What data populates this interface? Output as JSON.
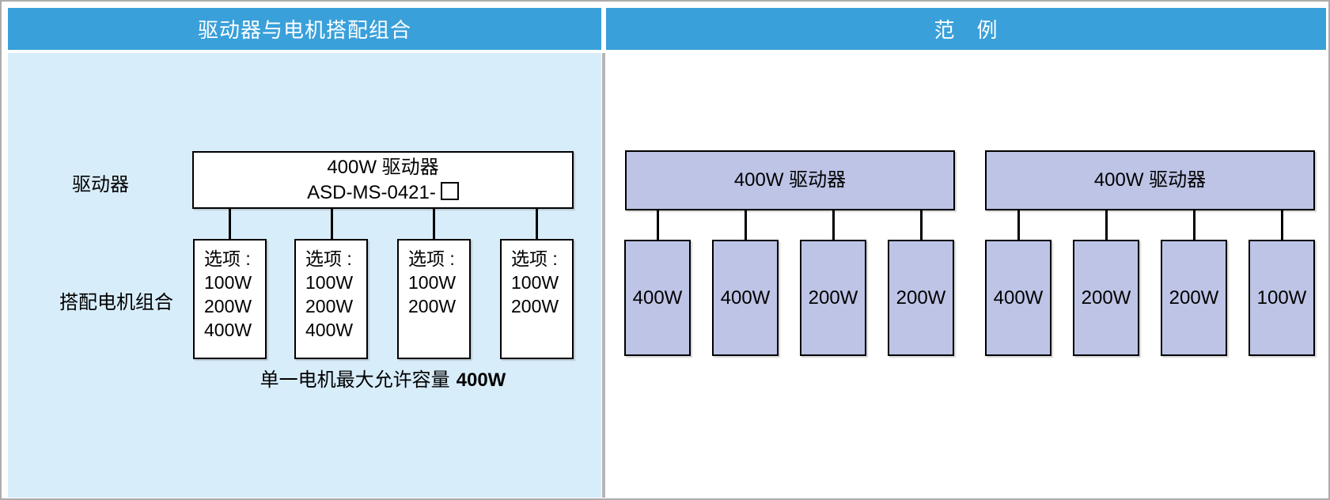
{
  "left_panel": {
    "header": "驱动器与电机搭配组合",
    "driver_row_label": "驱动器",
    "motor_row_label": "搭配电机组合",
    "driver_box": {
      "line1": "400W 驱动器",
      "line2_prefix": "ASD-MS-0421-"
    },
    "option_boxes": [
      {
        "title": "选项 :",
        "options": [
          "100W",
          "200W",
          "400W"
        ]
      },
      {
        "title": "选项 :",
        "options": [
          "100W",
          "200W",
          "400W"
        ]
      },
      {
        "title": "选项 :",
        "options": [
          "100W",
          "200W"
        ]
      },
      {
        "title": "选项 :",
        "options": [
          "100W",
          "200W"
        ]
      }
    ],
    "footnote_text": "单一电机最大允许容量",
    "footnote_bold": "400W"
  },
  "right_panel": {
    "header": "范　例",
    "groups": [
      {
        "driver_label": "400W 驱动器",
        "motors": [
          "400W",
          "400W",
          "200W",
          "200W"
        ]
      },
      {
        "driver_label": "400W 驱动器",
        "motors": [
          "400W",
          "200W",
          "200W",
          "100W"
        ]
      }
    ]
  },
  "colors": {
    "header_blue": "#39a0da",
    "panel_light_blue": "#d8edfa",
    "motor_lavender": "#bdc4e6",
    "divider_gray": "#b5b5b5",
    "page_border_gray": "#acacac"
  }
}
